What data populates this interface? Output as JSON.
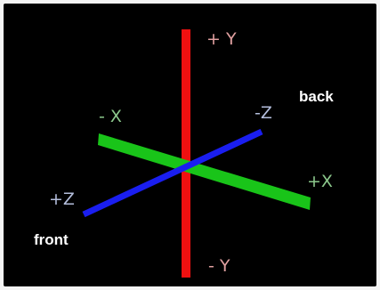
{
  "colors": {
    "background": "#000000",
    "x_axis": "#19c419",
    "y_axis": "#f01010",
    "z_axis": "#1a1ef0",
    "x_label": "#8cc88c",
    "y_label": "#e0a0a0",
    "z_label": "#b4bedc",
    "word_label": "#ffffff"
  },
  "axes": {
    "y_pos": "+ Y",
    "y_neg": "- Y",
    "x_neg": "- X",
    "x_pos": "+X",
    "z_neg": "-Z",
    "z_pos": "+Z"
  },
  "directions": {
    "back": "back",
    "front": "front"
  }
}
